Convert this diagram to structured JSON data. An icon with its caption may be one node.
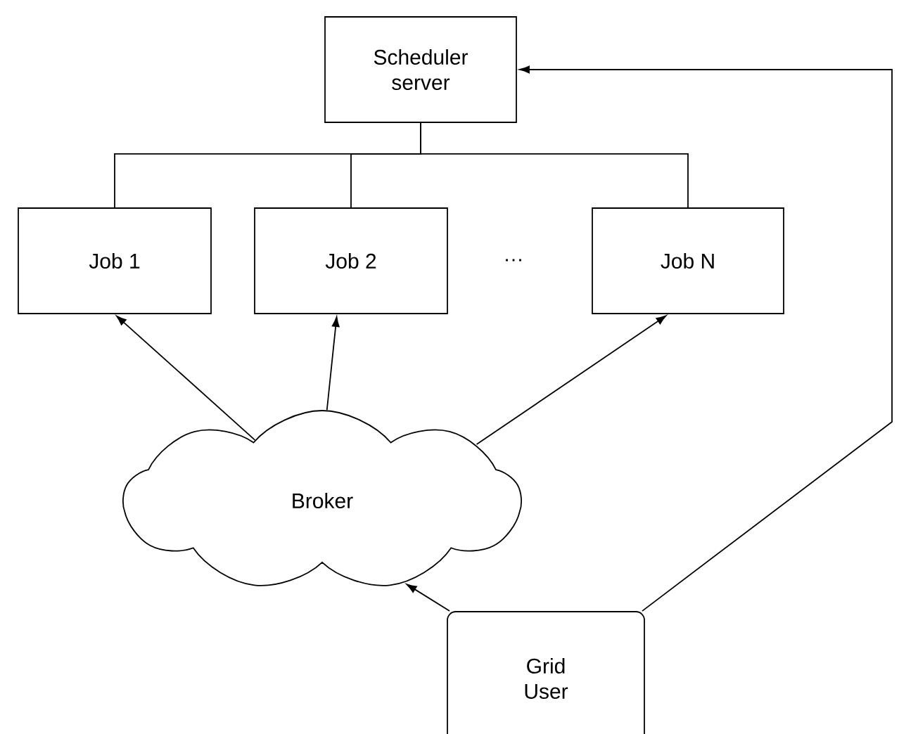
{
  "diagram": {
    "nodes": [
      {
        "text": [
          "Scheduler server"
        ]
      },
      {
        "text": [
          "Job 1"
        ]
      },
      {
        "text": [
          "Job 2"
        ]
      },
      {
        "text": [
          "Job N"
        ]
      },
      {
        "text": [
          "Broker"
        ]
      },
      {
        "text": [
          "Grid User"
        ]
      }
    ],
    "edges": [
      {
        "from": 0,
        "to": 1,
        "arrow": "none"
      },
      {
        "from": 0,
        "to": 2,
        "arrow": "none"
      },
      {
        "from": 0,
        "to": 3,
        "arrow": "none"
      },
      {
        "from": 4,
        "to": 1,
        "arrow": "to"
      },
      {
        "from": 4,
        "to": 2,
        "arrow": "to"
      },
      {
        "from": 4,
        "to": 3,
        "arrow": "to"
      },
      {
        "from": 5,
        "to": 4,
        "arrow": "to"
      },
      {
        "from": 5,
        "to": 0,
        "arrow": "to"
      }
    ],
    "labels": [
      "…"
    ]
  }
}
